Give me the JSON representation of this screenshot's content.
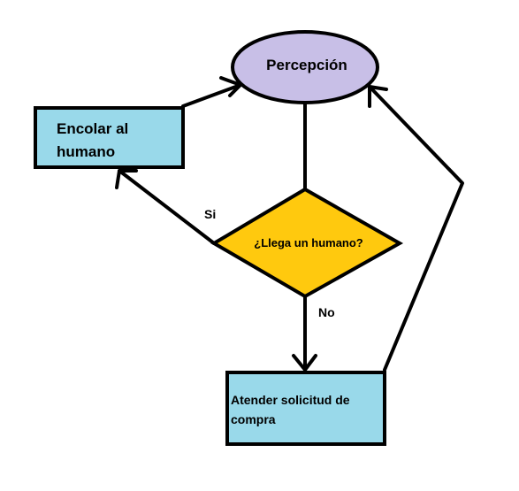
{
  "diagram": {
    "nodes": {
      "perception": {
        "label": "Percepción",
        "fill": "#c8bfe7"
      },
      "queue": {
        "label_line1": "Encolar al",
        "label_line2": "humano",
        "fill": "#99d9ea"
      },
      "decision": {
        "label": "¿Llega un humano?",
        "fill": "#ffc90e"
      },
      "attend": {
        "label_line1": "Atender solicitud de",
        "label_line2": "compra",
        "fill": "#99d9ea"
      }
    },
    "edges": {
      "yes_label": "Si",
      "no_label": "No"
    }
  }
}
